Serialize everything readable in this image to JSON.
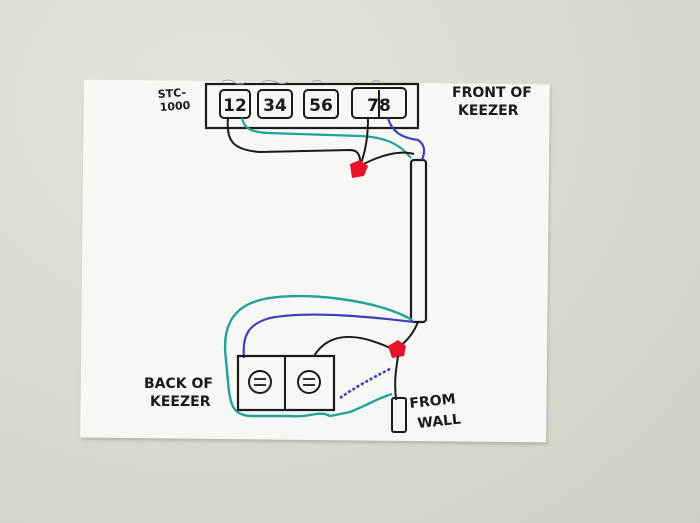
{
  "labels": {
    "controller_line1": "STC-",
    "controller_line2": "1000",
    "front_line1": "FRONT OF",
    "front_line2": "KEEZER",
    "back_line1": "BACK OF",
    "back_line2": "KEEZER",
    "wall_line1": "FROM",
    "wall_line2": "WALL"
  },
  "terminals": [
    {
      "text": "12"
    },
    {
      "text": "34"
    },
    {
      "text": "56"
    },
    {
      "text": "78"
    }
  ],
  "colors": {
    "black_wire": "#1b1b1b",
    "teal_wire": "#1fa39a",
    "blue_wire": "#3b3fb8",
    "wire_nut": "#e8132b",
    "paper": "#f7f7f4",
    "background": "#d9d9cf"
  },
  "icons": [
    "outlet-icon",
    "outlet-icon",
    "wire-nut-icon",
    "wire-nut-icon"
  ]
}
